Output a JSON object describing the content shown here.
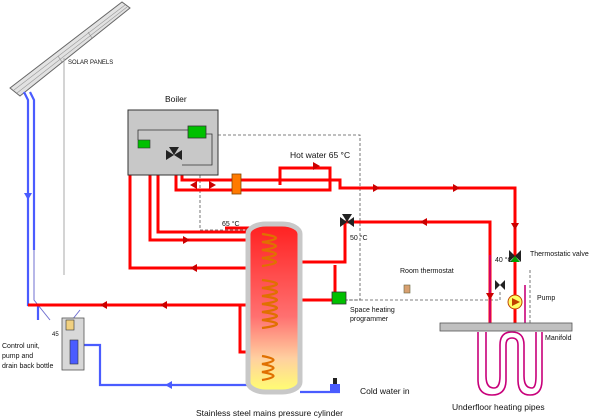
{
  "labels": {
    "solar_panels": "SOLAR PANELS",
    "boiler": "Boiler",
    "hot_water": "Hot water 65 °C",
    "temp_65": "65 °C",
    "temp_50": "50 °C",
    "temp_40": "40 °C",
    "room_thermostat": "Room thermostat",
    "thermostatic_valve": "Thermostatic valve",
    "pump": "Pump",
    "space_heating_programmer_1": "Space heating",
    "space_heating_programmer_2": "programmer",
    "manifold": "Manifold",
    "control_unit_1": "Control unit,",
    "control_unit_2": "pump and",
    "control_unit_3": "drain back bottle",
    "control_unit_small": "45",
    "cold_water_in": "Cold water in",
    "underfloor_heating_pipes": "Underfloor heating pipes",
    "cylinder": "Stainless steel mains pressure cylinder"
  },
  "colors": {
    "hot_pipe": "#ff0000",
    "cold_pipe": "#4a5cff",
    "underfloor_pipe": "#c8007a",
    "boiler_fill": "#c8c8c8",
    "control_green": "#00c000",
    "tank_hot": "#ff2a2a",
    "tank_cold": "#ffff66",
    "coil": "#e07000",
    "control_wire": "#333333"
  }
}
